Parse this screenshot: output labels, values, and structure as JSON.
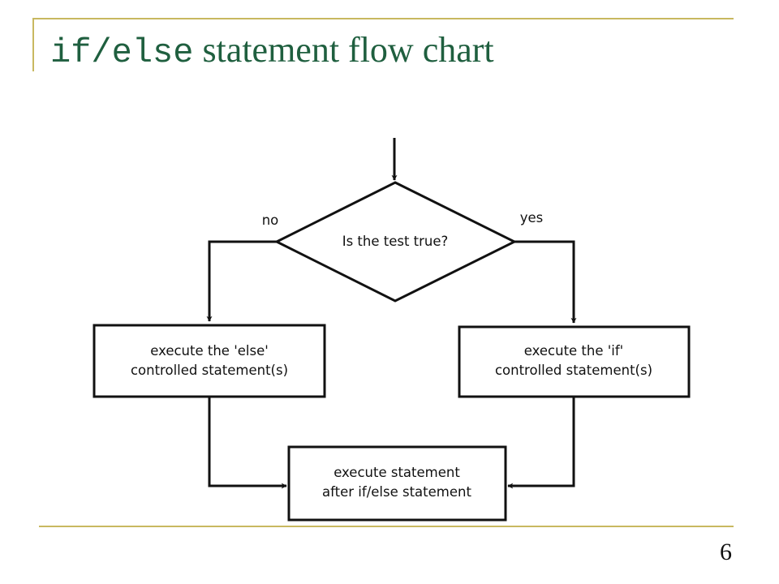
{
  "title": {
    "code_part": "if/else",
    "text_part": "statement flow chart"
  },
  "page_number": "6",
  "flowchart": {
    "decision": "Is the test true?",
    "branch_no_label": "no",
    "branch_yes_label": "yes",
    "else_box": [
      "execute the 'else'",
      "controlled statement(s)"
    ],
    "if_box": [
      "execute the 'if'",
      "controlled statement(s)"
    ],
    "after_box": [
      "execute statement",
      "after if/else statement"
    ]
  },
  "colors": {
    "accent_line": "#c8b860",
    "title": "#1f5f3f"
  }
}
